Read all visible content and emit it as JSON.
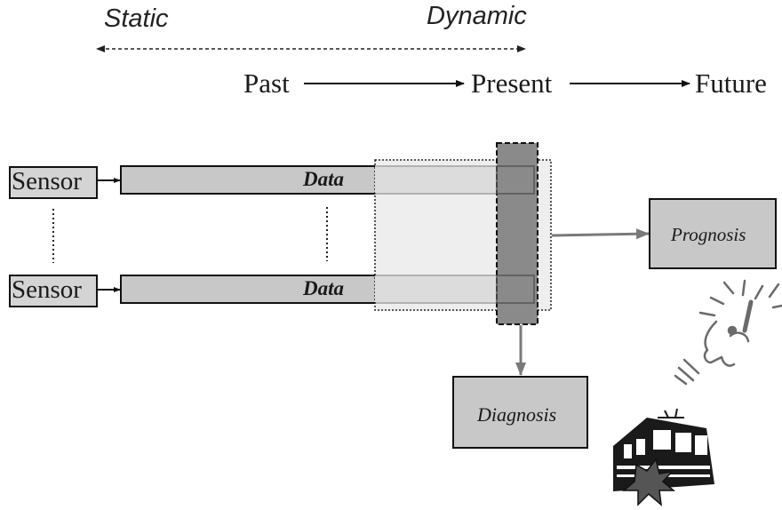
{
  "header": {
    "static_label": "Static",
    "dynamic_label": "Dynamic"
  },
  "timeline": {
    "past": "Past",
    "present": "Present",
    "future": "Future"
  },
  "sensors": [
    {
      "label": "Sensor",
      "data_label": "Data"
    },
    {
      "label": "Sensor",
      "data_label": "Data"
    }
  ],
  "outputs": {
    "prognosis": "Prognosis",
    "diagnosis": "Diagnosis"
  },
  "colors": {
    "box_fill": "#c8c8c8",
    "window_fill": "#dcdcdc",
    "present_fill": "#8a8a8a",
    "arrow_gray": "#7a7a7a",
    "outline": "#222222"
  },
  "icons": [
    "thinking-person-icon",
    "train-crash-icon"
  ]
}
